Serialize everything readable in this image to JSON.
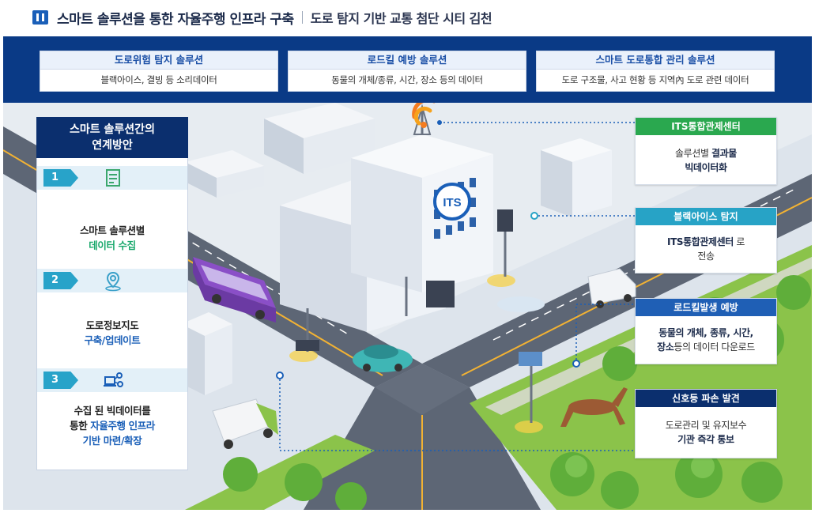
{
  "header": {
    "title": "스마트 솔루션을 통한 자율주행 인프라 구축",
    "subtitle": "도로 탐지 기반 교통 첨단 시티 김천"
  },
  "top_boxes": [
    {
      "title": "도로위험 탐지 솔루션",
      "desc": "블랙아이스, 결빙 등 소리데이터"
    },
    {
      "title": "로드킬 예방 솔루션",
      "desc": "동물의 개체/종류, 시간, 장소 등의 데이터"
    },
    {
      "title": "스마트 도로통합 관리 솔루션",
      "desc": "도로 구조물, 사고 현황 등 지역內 도로 관련 데이터"
    }
  ],
  "left_panel": {
    "title_line1": "스마트 솔루션간의",
    "title_line2": "연계방안",
    "steps": [
      {
        "num": "1",
        "line1": "스마트 솔루션별",
        "line2": "데이터 수집",
        "icon": "document-icon"
      },
      {
        "num": "2",
        "line1": "도로정보지도",
        "line2": "구축/업데이트",
        "icon": "location-pin-icon"
      },
      {
        "num": "3",
        "line1": "수집 된 빅데이터를",
        "line2a": "통한 ",
        "line2b": "자율주행 인프라",
        "line3": "기반 마련/확장",
        "icon": "network-icon"
      }
    ]
  },
  "right_boxes": [
    {
      "title": "ITS통합관제센터",
      "line1a": "솔루션별 ",
      "line1b": "결과물",
      "line2": "빅데이터화",
      "color": "#2aa84f"
    },
    {
      "title": "블랙아이스 탐지",
      "line1a": "ITS통합관제센터",
      "line1b": "로",
      "line2": "전송",
      "color": "#27a3c6"
    },
    {
      "title": "로드킬발생 예방",
      "line1": "동물의 개체, 종류, 시간,",
      "line2a": "장소",
      "line2b": "등의 데이터 다운로드",
      "color": "#1f5fb5"
    },
    {
      "title": "신호등 파손 발견",
      "line1": "도로관리 및 유지보수",
      "line2": "기관 즉각 통보",
      "color": "#0b2f6e"
    }
  ],
  "scene": {
    "its_sign": "ITS"
  },
  "colors": {
    "navy": "#0b2f6e",
    "blue_band": "#0a3a86",
    "green": "#2aa84f",
    "cyan": "#27a3c6"
  }
}
